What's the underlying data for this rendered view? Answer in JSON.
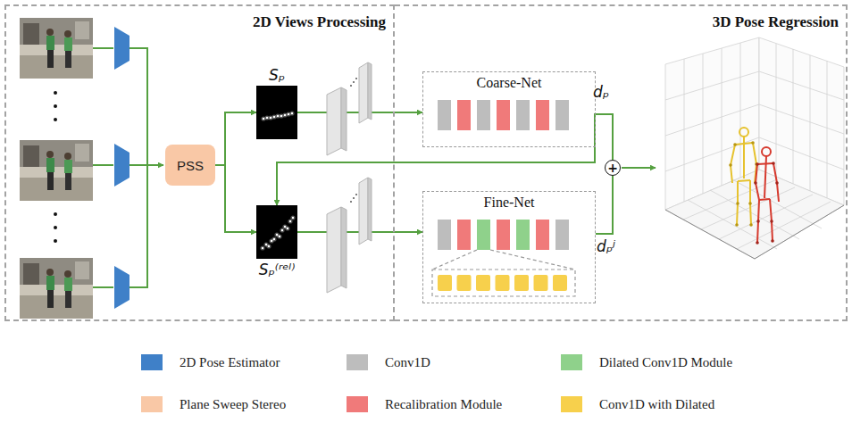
{
  "diagram": {
    "nodes": [
      {
        "text": [
          "2D Views Processing"
        ]
      },
      {
        "text": [
          "PSS"
        ],
        "in": 0
      },
      {
        "text": [
          "Sₚ"
        ],
        "in": 0
      },
      {
        "text": [
          "Sₚ⁽ʳᵉˡ⁾"
        ],
        "in": 0
      },
      {
        "text": [
          "3D Pose Regression"
        ]
      },
      {
        "text": [
          "Coarse-Net"
        ],
        "in": 4
      },
      {
        "text": [
          "Fine-Net"
        ],
        "in": 4
      },
      {
        "text": [
          "+"
        ],
        "in": 4
      }
    ],
    "edges": [
      {
        "from": 1,
        "to": 2,
        "arrow": "to"
      },
      {
        "from": 1,
        "to": 3,
        "arrow": "to"
      },
      {
        "from": 2,
        "to": 5,
        "arrow": "to"
      },
      {
        "from": 3,
        "to": 6,
        "arrow": "to"
      },
      {
        "from": 5,
        "to": 3,
        "arrow": "to"
      },
      {
        "from": 5,
        "to": 7,
        "arrow": "none"
      },
      {
        "from": 6,
        "to": 7,
        "arrow": "none"
      }
    ],
    "labels": [
      "dₚ",
      "dₚʲ"
    ],
    "legend": [
      {
        "text": "2D Pose Estimator",
        "color": "#3f80c8"
      },
      {
        "text": "Conv1D",
        "color": "#bdbdbd"
      },
      {
        "text": "Dilated Conv1D Module",
        "color": "#8fd18b"
      },
      {
        "text": "Plane Sweep Stereo",
        "color": "#f9c8a6"
      },
      {
        "text": "Recalibration Module",
        "color": "#f07a7a"
      },
      {
        "text": "Conv1D with Dilated",
        "color": "#f7d04c"
      }
    ]
  }
}
